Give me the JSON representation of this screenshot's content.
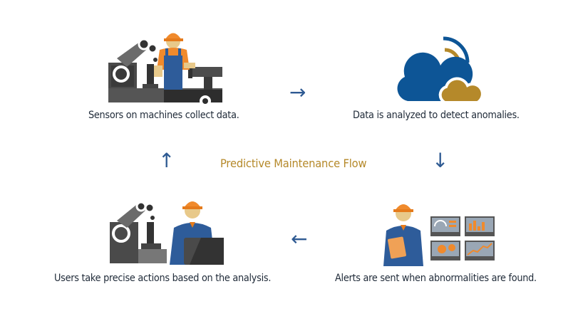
{
  "title": "Predictive Maintenance Flow",
  "steps": [
    {
      "id": "sensors",
      "caption": "Sensors on machines collect data.",
      "icon": "worker-with-machine-icon"
    },
    {
      "id": "analysis",
      "caption": "Data is analyzed to detect anomalies.",
      "icon": "cloud-signal-icon"
    },
    {
      "id": "alerts",
      "caption": "Alerts are sent when abnormalities are found.",
      "icon": "worker-with-dashboards-icon"
    },
    {
      "id": "actions",
      "caption": "Users take precise actions based on the analysis.",
      "icon": "worker-with-laptop-icon"
    }
  ],
  "arrows": {
    "right": "→",
    "down": "↓",
    "left": "←",
    "up": "↑"
  },
  "colors": {
    "accent_gold": "#b5892a",
    "arrow_blue": "#2e5a92",
    "cloud_blue": "#0d5596",
    "worker_orange": "#f08a2c",
    "machine_gray": "#5c5c5c",
    "text_dark": "#1f2a38"
  }
}
